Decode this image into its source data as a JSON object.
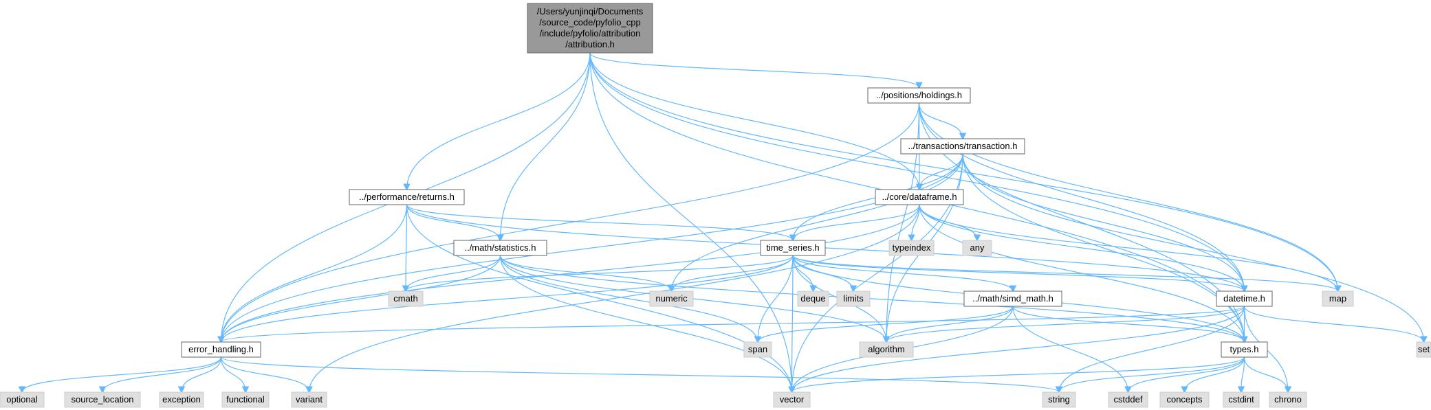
{
  "colors": {
    "edge": "#63b8ff",
    "root_fill": "#999999",
    "file_fill": "#ffffff",
    "system_fill": "#e0e0e0",
    "border_dark": "#666666",
    "border_light": "#cccccc",
    "text": "#000000"
  },
  "nodes": [
    {
      "id": "root",
      "lines": [
        "/Users/yunjinqi/Documents",
        "/source_code/pyfolio_cpp",
        "/include/pyfolio/attribution",
        "/attribution.h"
      ],
      "kind": "root"
    },
    {
      "id": "holdings",
      "lines": [
        "../positions/holdings.h"
      ],
      "kind": "file"
    },
    {
      "id": "transaction",
      "lines": [
        "../transactions/transaction.h"
      ],
      "kind": "file"
    },
    {
      "id": "returns",
      "lines": [
        "../performance/returns.h"
      ],
      "kind": "file"
    },
    {
      "id": "dataframe",
      "lines": [
        "../core/dataframe.h"
      ],
      "kind": "file"
    },
    {
      "id": "statistics",
      "lines": [
        "../math/statistics.h"
      ],
      "kind": "file"
    },
    {
      "id": "time_series",
      "lines": [
        "time_series.h"
      ],
      "kind": "file"
    },
    {
      "id": "simd_math",
      "lines": [
        "../math/simd_math.h"
      ],
      "kind": "file"
    },
    {
      "id": "datetime",
      "lines": [
        "datetime.h"
      ],
      "kind": "file"
    },
    {
      "id": "error_handling",
      "lines": [
        "error_handling.h"
      ],
      "kind": "file"
    },
    {
      "id": "types",
      "lines": [
        "types.h"
      ],
      "kind": "file"
    },
    {
      "id": "typeindex",
      "lines": [
        "typeindex"
      ],
      "kind": "system"
    },
    {
      "id": "any",
      "lines": [
        "any"
      ],
      "kind": "system"
    },
    {
      "id": "map",
      "lines": [
        "map"
      ],
      "kind": "system"
    },
    {
      "id": "set",
      "lines": [
        "set"
      ],
      "kind": "system"
    },
    {
      "id": "cmath",
      "lines": [
        "cmath"
      ],
      "kind": "system"
    },
    {
      "id": "numeric",
      "lines": [
        "numeric"
      ],
      "kind": "system"
    },
    {
      "id": "deque",
      "lines": [
        "deque"
      ],
      "kind": "system"
    },
    {
      "id": "limits",
      "lines": [
        "limits"
      ],
      "kind": "system"
    },
    {
      "id": "span",
      "lines": [
        "span"
      ],
      "kind": "system"
    },
    {
      "id": "algorithm",
      "lines": [
        "algorithm"
      ],
      "kind": "system"
    },
    {
      "id": "optional",
      "lines": [
        "optional"
      ],
      "kind": "system"
    },
    {
      "id": "source_location",
      "lines": [
        "source_location"
      ],
      "kind": "system"
    },
    {
      "id": "exception",
      "lines": [
        "exception"
      ],
      "kind": "system"
    },
    {
      "id": "functional",
      "lines": [
        "functional"
      ],
      "kind": "system"
    },
    {
      "id": "variant",
      "lines": [
        "variant"
      ],
      "kind": "system"
    },
    {
      "id": "vector",
      "lines": [
        "vector"
      ],
      "kind": "system"
    },
    {
      "id": "string",
      "lines": [
        "string"
      ],
      "kind": "system"
    },
    {
      "id": "cstddef",
      "lines": [
        "cstddef"
      ],
      "kind": "system"
    },
    {
      "id": "concepts",
      "lines": [
        "concepts"
      ],
      "kind": "system"
    },
    {
      "id": "cstdint",
      "lines": [
        "cstdint"
      ],
      "kind": "system"
    },
    {
      "id": "chrono",
      "lines": [
        "chrono"
      ],
      "kind": "system"
    }
  ],
  "edges": [
    [
      "root",
      "holdings"
    ],
    [
      "root",
      "returns"
    ],
    [
      "root",
      "statistics"
    ],
    [
      "root",
      "dataframe"
    ],
    [
      "root",
      "datetime"
    ],
    [
      "root",
      "error_handling"
    ],
    [
      "root",
      "types"
    ],
    [
      "root",
      "map"
    ],
    [
      "root",
      "vector"
    ],
    [
      "holdings",
      "transaction"
    ],
    [
      "holdings",
      "dataframe"
    ],
    [
      "holdings",
      "datetime"
    ],
    [
      "holdings",
      "error_handling"
    ],
    [
      "holdings",
      "types"
    ],
    [
      "holdings",
      "map"
    ],
    [
      "holdings",
      "algorithm"
    ],
    [
      "transaction",
      "dataframe"
    ],
    [
      "transaction",
      "time_series"
    ],
    [
      "transaction",
      "datetime"
    ],
    [
      "transaction",
      "error_handling"
    ],
    [
      "transaction",
      "types"
    ],
    [
      "transaction",
      "numeric"
    ],
    [
      "transaction",
      "algorithm"
    ],
    [
      "transaction",
      "vector"
    ],
    [
      "transaction",
      "set"
    ],
    [
      "returns",
      "statistics"
    ],
    [
      "returns",
      "time_series"
    ],
    [
      "returns",
      "datetime"
    ],
    [
      "returns",
      "error_handling"
    ],
    [
      "returns",
      "cmath"
    ],
    [
      "returns",
      "vector"
    ],
    [
      "dataframe",
      "time_series"
    ],
    [
      "dataframe",
      "datetime"
    ],
    [
      "dataframe",
      "error_handling"
    ],
    [
      "dataframe",
      "types"
    ],
    [
      "dataframe",
      "typeindex"
    ],
    [
      "dataframe",
      "any"
    ],
    [
      "dataframe",
      "map"
    ],
    [
      "dataframe",
      "variant"
    ],
    [
      "statistics",
      "error_handling"
    ],
    [
      "statistics",
      "types"
    ],
    [
      "statistics",
      "cmath"
    ],
    [
      "statistics",
      "numeric"
    ],
    [
      "statistics",
      "span"
    ],
    [
      "statistics",
      "algorithm"
    ],
    [
      "statistics",
      "vector"
    ],
    [
      "time_series",
      "simd_math"
    ],
    [
      "time_series",
      "datetime"
    ],
    [
      "time_series",
      "error_handling"
    ],
    [
      "time_series",
      "types"
    ],
    [
      "time_series",
      "cmath"
    ],
    [
      "time_series",
      "numeric"
    ],
    [
      "time_series",
      "deque"
    ],
    [
      "time_series",
      "limits"
    ],
    [
      "time_series",
      "span"
    ],
    [
      "time_series",
      "algorithm"
    ],
    [
      "time_series",
      "map"
    ],
    [
      "time_series",
      "vector"
    ],
    [
      "simd_math",
      "types"
    ],
    [
      "simd_math",
      "span"
    ],
    [
      "simd_math",
      "algorithm"
    ],
    [
      "simd_math",
      "vector"
    ],
    [
      "simd_math",
      "cstddef"
    ],
    [
      "datetime",
      "error_handling"
    ],
    [
      "datetime",
      "types"
    ],
    [
      "datetime",
      "algorithm"
    ],
    [
      "datetime",
      "set"
    ],
    [
      "datetime",
      "chrono"
    ],
    [
      "datetime",
      "string"
    ],
    [
      "datetime",
      "vector"
    ],
    [
      "error_handling",
      "optional"
    ],
    [
      "error_handling",
      "source_location"
    ],
    [
      "error_handling",
      "exception"
    ],
    [
      "error_handling",
      "functional"
    ],
    [
      "error_handling",
      "variant"
    ],
    [
      "error_handling",
      "string"
    ],
    [
      "types",
      "vector"
    ],
    [
      "types",
      "string"
    ],
    [
      "types",
      "cstddef"
    ],
    [
      "types",
      "concepts"
    ],
    [
      "types",
      "cstdint"
    ],
    [
      "types",
      "chrono"
    ]
  ]
}
